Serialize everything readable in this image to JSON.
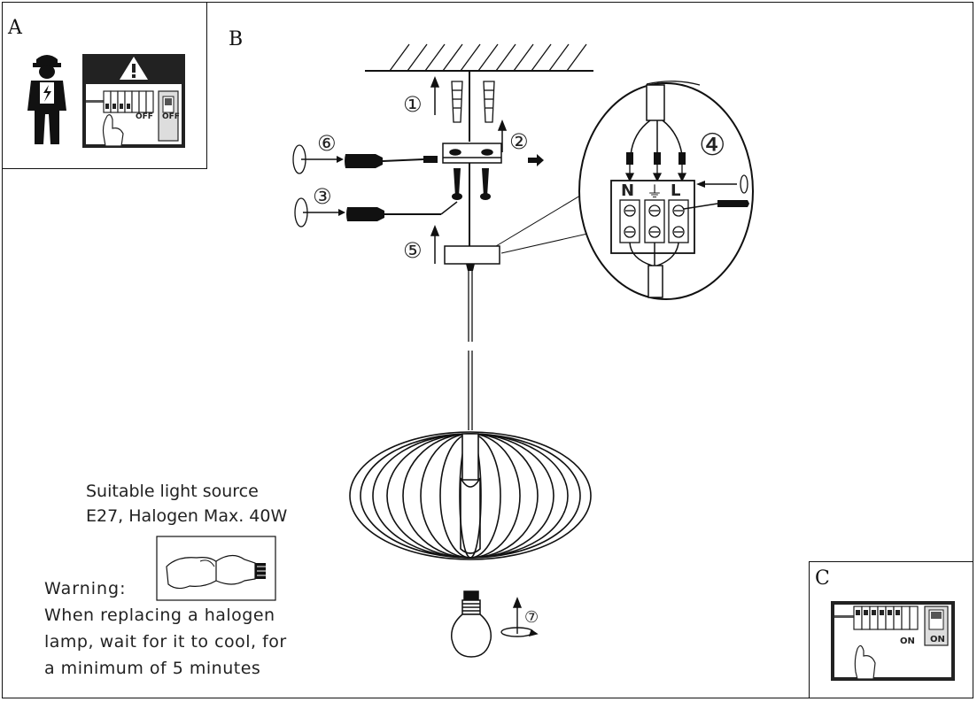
{
  "panels": {
    "a": {
      "letter": "A",
      "breaker_label": "OFF",
      "switch_label": "OFF"
    },
    "b": {
      "letter": "B"
    },
    "c": {
      "letter": "C",
      "breaker_label": "ON",
      "switch_label": "ON"
    }
  },
  "steps": [
    "①",
    "②",
    "③",
    "④",
    "⑤",
    "⑥",
    "⑦"
  ],
  "terminal_labels": [
    "N",
    "⏚",
    "L"
  ],
  "light_source": {
    "line1": "Suitable light source",
    "line2": "E27, Halogen Max. 40W"
  },
  "warning": {
    "title": "Warning:",
    "line1": "When replacing a halogen",
    "line2": "lamp, wait for it to cool, for",
    "line3": "a minimum of 5 minutes"
  }
}
